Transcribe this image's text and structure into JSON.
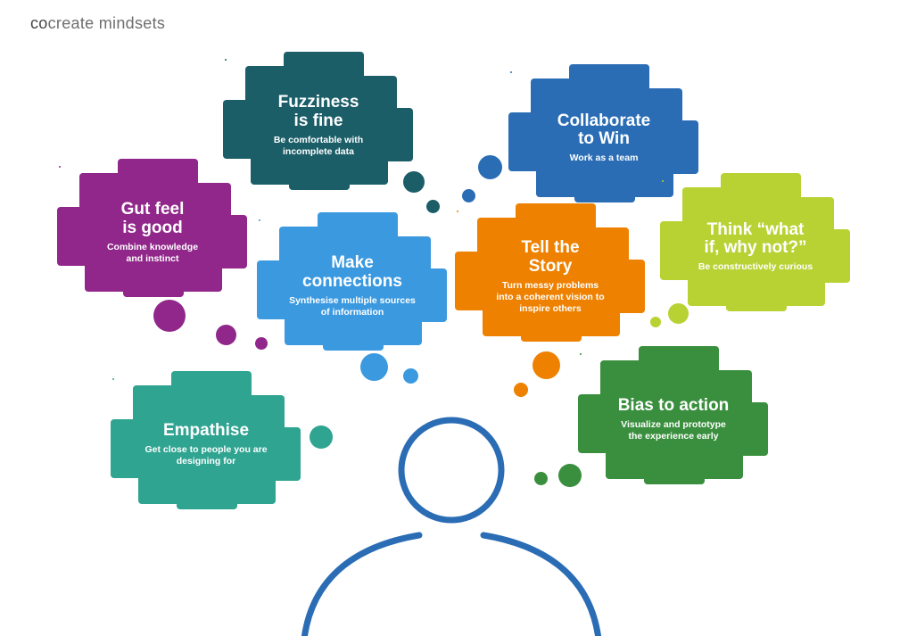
{
  "header": {
    "title_prefix": "co",
    "title_rest": "create mindsets",
    "prefix_color": "#454545",
    "rest_color": "#6e6e6e"
  },
  "person": {
    "outline_color": "#2a6db5"
  },
  "clouds": [
    {
      "id": "fuzziness",
      "title": "Fuzziness\nis fine",
      "subtitle": "Be comfortable with\nincomplete data",
      "color": "#1b5e68"
    },
    {
      "id": "collaborate",
      "title": "Collaborate\nto Win",
      "subtitle": "Work as a team",
      "color": "#2a6db5"
    },
    {
      "id": "gut-feel",
      "title": "Gut feel\nis good",
      "subtitle": "Combine knowledge\nand instinct",
      "color": "#91278a"
    },
    {
      "id": "make-connections",
      "title": "Make\nconnections",
      "subtitle": "Synthesise multiple sources\nof information",
      "color": "#3b99e0"
    },
    {
      "id": "tell-the-story",
      "title": "Tell the\nStory",
      "subtitle": "Turn messy problems\ninto a coherent vision to\ninspire others",
      "color": "#ee8100"
    },
    {
      "id": "think-what-if",
      "title": "Think “what\nif, why not?”",
      "subtitle": "Be constructively curious",
      "color": "#b8d234"
    },
    {
      "id": "empathise",
      "title": "Empathise",
      "subtitle": "Get close to people you are\ndesigning for",
      "color": "#2fa491"
    },
    {
      "id": "bias-to-action",
      "title": "Bias to action",
      "subtitle": "Visualize and prototype\nthe experience early",
      "color": "#3a8f3e"
    }
  ]
}
